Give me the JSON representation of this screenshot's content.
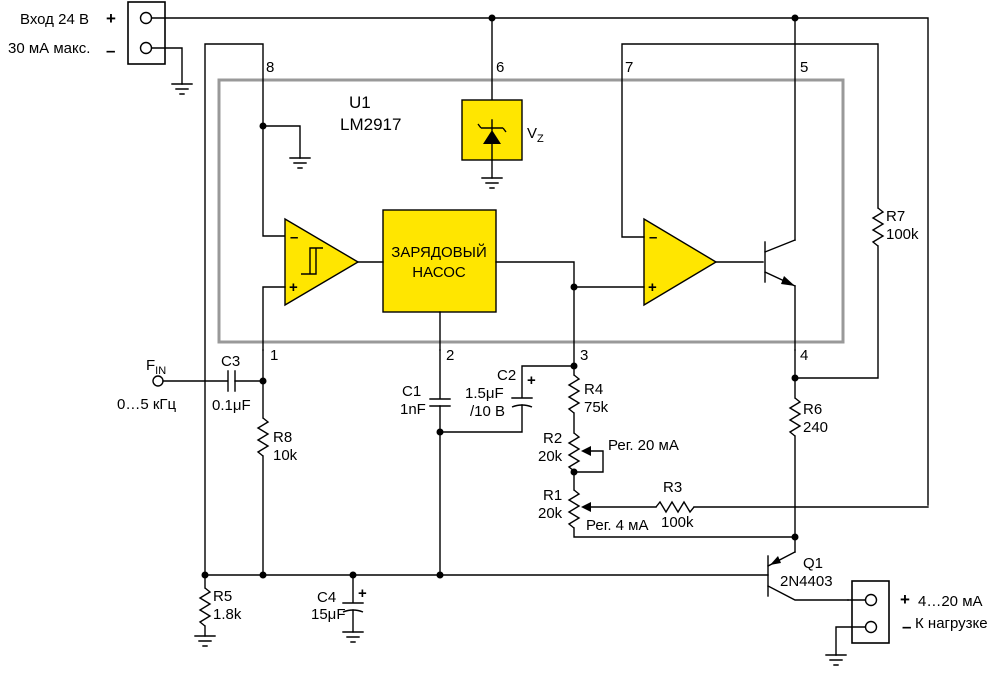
{
  "chip": {
    "name": "U1",
    "part": "LM2917"
  },
  "pins": {
    "p1": "1",
    "p2": "2",
    "p3": "3",
    "p4": "4",
    "p5": "5",
    "p6": "6",
    "p7": "7",
    "p8": "8"
  },
  "blocks": {
    "charge_pump_line1": "ЗАРЯДОВЫЙ",
    "charge_pump_line2": "НАСОС",
    "zener_label": "V",
    "zener_sub": "Z"
  },
  "power": {
    "input_line1": "Вход 24 В",
    "input_line2": "30 мА макс.",
    "plus": "+",
    "minus": "–"
  },
  "input": {
    "fin": "F",
    "fin_sub": "IN",
    "fin_range": "0…5 кГц"
  },
  "components": {
    "c3": {
      "ref": "C3",
      "value": "0.1μF"
    },
    "c1": {
      "ref": "C1",
      "value": "1nF"
    },
    "c2": {
      "ref": "C2",
      "value": "1.5μF",
      "voltage": "/10 В",
      "plus": "+"
    },
    "c4": {
      "ref": "C4",
      "value": "15μF",
      "plus": "+"
    },
    "r1": {
      "ref": "R1",
      "value": "20k",
      "note": "Рег. 4 мА"
    },
    "r2": {
      "ref": "R2",
      "value": "20k",
      "note": "Рег. 20 мА"
    },
    "r3": {
      "ref": "R3",
      "value": "100k"
    },
    "r4": {
      "ref": "R4",
      "value": "75k"
    },
    "r5": {
      "ref": "R5",
      "value": "1.8k"
    },
    "r6": {
      "ref": "R6",
      "value": "240"
    },
    "r7": {
      "ref": "R7",
      "value": "100k"
    },
    "r8": {
      "ref": "R8",
      "value": "10k"
    },
    "q1": {
      "ref": "Q1",
      "part": "2N4403"
    }
  },
  "output": {
    "plus": "+",
    "range": "4…20 мА",
    "minus": "–",
    "load": "К нагрузке"
  },
  "colors": {
    "block_fill": "#FFE600",
    "chip_outline": "#999999",
    "wire": "#000000"
  }
}
